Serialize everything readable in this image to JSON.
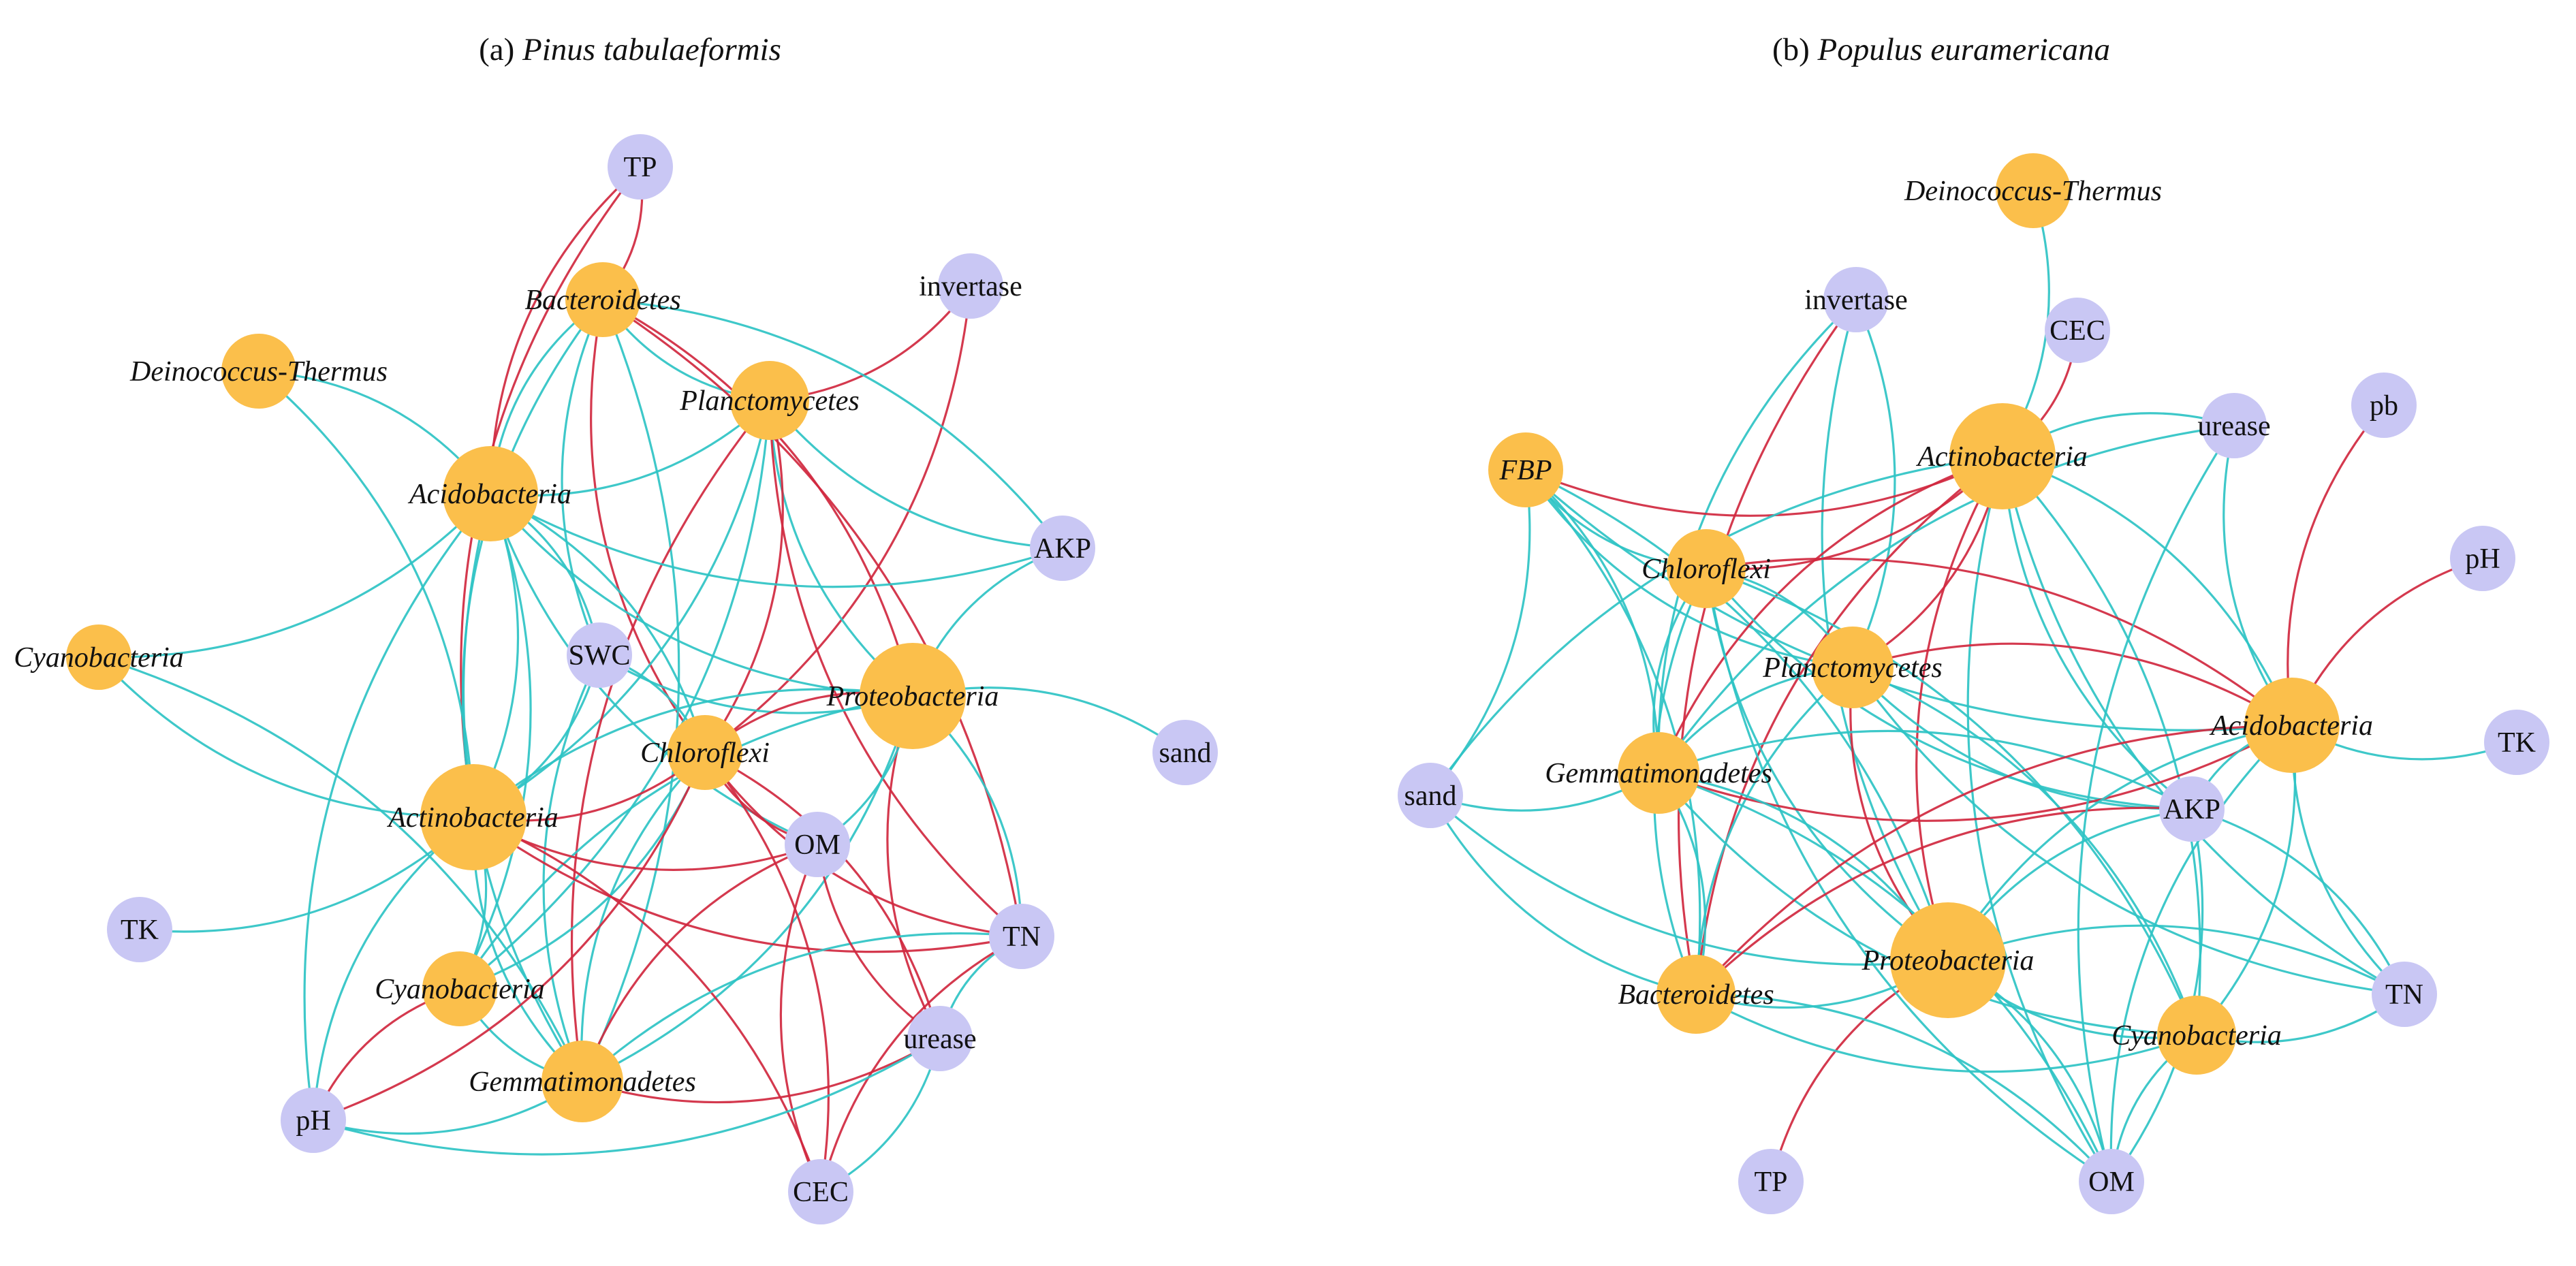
{
  "colors": {
    "taxon_node": "#FBBF4B",
    "env_node": "#C9C7F4",
    "positive_edge": "#2EC3C4",
    "negative_edge": "#D0283F",
    "background": "#FFFFFF"
  },
  "panels": [
    {
      "id": "a",
      "title_prefix": "(a) ",
      "title_species": "Pinus tabulaeformis",
      "nodes": [
        {
          "id": "TP",
          "label": "TP",
          "kind": "env"
        },
        {
          "id": "Bacteroidetes",
          "label": "Bacteroidetes",
          "kind": "taxon"
        },
        {
          "id": "invertase",
          "label": "invertase",
          "kind": "env"
        },
        {
          "id": "Deinococcus",
          "label": "Deinococcus-Thermus",
          "kind": "taxon"
        },
        {
          "id": "Planctomycetes",
          "label": "Planctomycetes",
          "kind": "taxon"
        },
        {
          "id": "Acidobacteria",
          "label": "Acidobacteria",
          "kind": "taxon"
        },
        {
          "id": "AKP",
          "label": "AKP",
          "kind": "env"
        },
        {
          "id": "Cyanobacteria1",
          "label": "Cyanobacteria",
          "kind": "taxon"
        },
        {
          "id": "SWC",
          "label": "SWC",
          "kind": "env"
        },
        {
          "id": "Proteobacteria",
          "label": "Proteobacteria",
          "kind": "taxon"
        },
        {
          "id": "Chloroflexi",
          "label": "Chloroflexi",
          "kind": "taxon"
        },
        {
          "id": "sand",
          "label": "sand",
          "kind": "env"
        },
        {
          "id": "Actinobacteria",
          "label": "Actinobacteria",
          "kind": "taxon"
        },
        {
          "id": "OM",
          "label": "OM",
          "kind": "env"
        },
        {
          "id": "TK",
          "label": "TK",
          "kind": "env"
        },
        {
          "id": "TN",
          "label": "TN",
          "kind": "env"
        },
        {
          "id": "Cyanobacteria2",
          "label": "Cyanobacteria",
          "kind": "taxon"
        },
        {
          "id": "urease",
          "label": "urease",
          "kind": "env"
        },
        {
          "id": "Gemmatimonadetes",
          "label": "Gemmatimonadetes",
          "kind": "taxon"
        },
        {
          "id": "pH",
          "label": "pH",
          "kind": "env"
        },
        {
          "id": "CEC",
          "label": "CEC",
          "kind": "env"
        }
      ],
      "edges": [
        [
          "TP",
          "Acidobacteria",
          "neg"
        ],
        [
          "TP",
          "Bacteroidetes",
          "neg"
        ],
        [
          "TP",
          "Actinobacteria",
          "neg"
        ],
        [
          "invertase",
          "Planctomycetes",
          "neg"
        ],
        [
          "invertase",
          "Chloroflexi",
          "neg"
        ],
        [
          "Deinococcus",
          "Acidobacteria",
          "pos"
        ],
        [
          "Deinococcus",
          "Actinobacteria",
          "pos"
        ],
        [
          "Cyanobacteria1",
          "Acidobacteria",
          "pos"
        ],
        [
          "Cyanobacteria1",
          "Actinobacteria",
          "pos"
        ],
        [
          "Cyanobacteria1",
          "Gemmatimonadetes",
          "pos"
        ],
        [
          "Bacteroidetes",
          "Acidobacteria",
          "pos"
        ],
        [
          "Bacteroidetes",
          "Planctomycetes",
          "pos"
        ],
        [
          "Bacteroidetes",
          "AKP",
          "pos"
        ],
        [
          "Bacteroidetes",
          "Proteobacteria",
          "neg"
        ],
        [
          "Bacteroidetes",
          "Chloroflexi",
          "neg"
        ],
        [
          "Bacteroidetes",
          "Actinobacteria",
          "pos"
        ],
        [
          "Bacteroidetes",
          "Gemmatimonadetes",
          "pos"
        ],
        [
          "Bacteroidetes",
          "SWC",
          "pos"
        ],
        [
          "Bacteroidetes",
          "TN",
          "neg"
        ],
        [
          "Planctomycetes",
          "Acidobacteria",
          "pos"
        ],
        [
          "Planctomycetes",
          "Proteobacteria",
          "pos"
        ],
        [
          "Planctomycetes",
          "Chloroflexi",
          "neg"
        ],
        [
          "Planctomycetes",
          "Actinobacteria",
          "pos"
        ],
        [
          "Planctomycetes",
          "Gemmatimonadetes",
          "neg"
        ],
        [
          "Planctomycetes",
          "TN",
          "neg"
        ],
        [
          "Planctomycetes",
          "AKP",
          "pos"
        ],
        [
          "Planctomycetes",
          "Cyanobacteria2",
          "pos"
        ],
        [
          "Acidobacteria",
          "AKP",
          "pos"
        ],
        [
          "Acidobacteria",
          "SWC",
          "pos"
        ],
        [
          "Acidobacteria",
          "Proteobacteria",
          "pos"
        ],
        [
          "Acidobacteria",
          "Chloroflexi",
          "pos"
        ],
        [
          "Acidobacteria",
          "Actinobacteria",
          "pos"
        ],
        [
          "Acidobacteria",
          "Cyanobacteria2",
          "pos"
        ],
        [
          "Acidobacteria",
          "Gemmatimonadetes",
          "pos"
        ],
        [
          "Acidobacteria",
          "pH",
          "pos"
        ],
        [
          "Acidobacteria",
          "OM",
          "pos"
        ],
        [
          "SWC",
          "Proteobacteria",
          "pos"
        ],
        [
          "SWC",
          "Chloroflexi",
          "pos"
        ],
        [
          "SWC",
          "Actinobacteria",
          "pos"
        ],
        [
          "SWC",
          "Gemmatimonadetes",
          "pos"
        ],
        [
          "Proteobacteria",
          "sand",
          "pos"
        ],
        [
          "Proteobacteria",
          "Chloroflexi",
          "neg"
        ],
        [
          "Proteobacteria",
          "Actinobacteria",
          "pos"
        ],
        [
          "Proteobacteria",
          "Gemmatimonadetes",
          "pos"
        ],
        [
          "Proteobacteria",
          "Cyanobacteria2",
          "pos"
        ],
        [
          "Proteobacteria",
          "TN",
          "pos"
        ],
        [
          "Proteobacteria",
          "urease",
          "neg"
        ],
        [
          "Proteobacteria",
          "AKP",
          "pos"
        ],
        [
          "Proteobacteria",
          "OM",
          "pos"
        ],
        [
          "Chloroflexi",
          "Actinobacteria",
          "neg"
        ],
        [
          "Chloroflexi",
          "Gemmatimonadetes",
          "pos"
        ],
        [
          "Chloroflexi",
          "TN",
          "neg"
        ],
        [
          "Chloroflexi",
          "urease",
          "neg"
        ],
        [
          "Chloroflexi",
          "OM",
          "neg"
        ],
        [
          "Chloroflexi",
          "Cyanobacteria2",
          "pos"
        ],
        [
          "Chloroflexi",
          "CEC",
          "neg"
        ],
        [
          "Actinobacteria",
          "TK",
          "pos"
        ],
        [
          "Actinobacteria",
          "OM",
          "neg"
        ],
        [
          "Actinobacteria",
          "Gemmatimonadetes",
          "pos"
        ],
        [
          "Actinobacteria",
          "Cyanobacteria2",
          "pos"
        ],
        [
          "Actinobacteria",
          "pH",
          "pos"
        ],
        [
          "Actinobacteria",
          "TN",
          "neg"
        ],
        [
          "Actinobacteria",
          "CEC",
          "neg"
        ],
        [
          "Gemmatimonadetes",
          "pH",
          "pos"
        ],
        [
          "Gemmatimonadetes",
          "urease",
          "neg"
        ],
        [
          "Gemmatimonadetes",
          "TN",
          "pos"
        ],
        [
          "Gemmatimonadetes",
          "OM",
          "neg"
        ],
        [
          "Cyanobacteria2",
          "pH",
          "neg"
        ],
        [
          "Cyanobacteria2",
          "Gemmatimonadetes",
          "pos"
        ],
        [
          "OM",
          "CEC",
          "neg"
        ],
        [
          "OM",
          "urease",
          "neg"
        ],
        [
          "urease",
          "CEC",
          "pos"
        ],
        [
          "TN",
          "urease",
          "pos"
        ],
        [
          "TN",
          "CEC",
          "neg"
        ],
        [
          "pH",
          "urease",
          "pos"
        ],
        [
          "pH",
          "Chloroflexi",
          "neg"
        ]
      ]
    },
    {
      "id": "b",
      "title_prefix": "(b) ",
      "title_species": "Populus euramericana",
      "nodes": [
        {
          "id": "Deinococcus",
          "label": "Deinococcus-Thermus",
          "kind": "taxon"
        },
        {
          "id": "invertase",
          "label": "invertase",
          "kind": "env"
        },
        {
          "id": "CEC",
          "label": "CEC",
          "kind": "env"
        },
        {
          "id": "Actinobacteria",
          "label": "Actinobacteria",
          "kind": "taxon"
        },
        {
          "id": "urease",
          "label": "urease",
          "kind": "env"
        },
        {
          "id": "pb",
          "label": "pb",
          "kind": "env"
        },
        {
          "id": "FBP",
          "label": "FBP",
          "kind": "taxon"
        },
        {
          "id": "Chloroflexi",
          "label": "Chloroflexi",
          "kind": "taxon"
        },
        {
          "id": "pH",
          "label": "pH",
          "kind": "env"
        },
        {
          "id": "Planctomycetes",
          "label": "Planctomycetes",
          "kind": "taxon"
        },
        {
          "id": "Acidobacteria",
          "label": "Acidobacteria",
          "kind": "taxon"
        },
        {
          "id": "TK",
          "label": "TK",
          "kind": "env"
        },
        {
          "id": "Gemmatimonadetes",
          "label": "Gemmatimonadetes",
          "kind": "taxon"
        },
        {
          "id": "sand",
          "label": "sand",
          "kind": "env"
        },
        {
          "id": "AKP",
          "label": "AKP",
          "kind": "env"
        },
        {
          "id": "Proteobacteria",
          "label": "Proteobacteria",
          "kind": "taxon"
        },
        {
          "id": "Bacteroidetes",
          "label": "Bacteroidetes",
          "kind": "taxon"
        },
        {
          "id": "TN",
          "label": "TN",
          "kind": "env"
        },
        {
          "id": "Cyanobacteria",
          "label": "Cyanobacteria",
          "kind": "taxon"
        },
        {
          "id": "TP",
          "label": "TP",
          "kind": "env"
        },
        {
          "id": "OM",
          "label": "OM",
          "kind": "env"
        }
      ],
      "edges": [
        [
          "Deinococcus",
          "Actinobacteria",
          "pos"
        ],
        [
          "invertase",
          "Bacteroidetes",
          "neg"
        ],
        [
          "invertase",
          "Proteobacteria",
          "pos"
        ],
        [
          "invertase",
          "Planctomycetes",
          "pos"
        ],
        [
          "invertase",
          "Gemmatimonadetes",
          "pos"
        ],
        [
          "CEC",
          "Actinobacteria",
          "neg"
        ],
        [
          "pb",
          "Acidobacteria",
          "neg"
        ],
        [
          "pH",
          "Acidobacteria",
          "neg"
        ],
        [
          "TK",
          "Acidobacteria",
          "pos"
        ],
        [
          "TP",
          "Proteobacteria",
          "neg"
        ],
        [
          "FBP",
          "Actinobacteria",
          "neg"
        ],
        [
          "FBP",
          "Chloroflexi",
          "pos"
        ],
        [
          "FBP",
          "Planctomycetes",
          "pos"
        ],
        [
          "FBP",
          "Gemmatimonadetes",
          "pos"
        ],
        [
          "FBP",
          "Proteobacteria",
          "pos"
        ],
        [
          "FBP",
          "Acidobacteria",
          "pos"
        ],
        [
          "FBP",
          "sand",
          "pos"
        ],
        [
          "FBP",
          "Bacteroidetes",
          "pos"
        ],
        [
          "Actinobacteria",
          "urease",
          "pos"
        ],
        [
          "Actinobacteria",
          "Chloroflexi",
          "neg"
        ],
        [
          "Actinobacteria",
          "Planctomycetes",
          "neg"
        ],
        [
          "Actinobacteria",
          "Gemmatimonadetes",
          "neg"
        ],
        [
          "Actinobacteria",
          "Proteobacteria",
          "neg"
        ],
        [
          "Actinobacteria",
          "Bacteroidetes",
          "neg"
        ],
        [
          "Actinobacteria",
          "Acidobacteria",
          "pos"
        ],
        [
          "Actinobacteria",
          "AKP",
          "pos"
        ],
        [
          "Actinobacteria",
          "Cyanobacteria",
          "pos"
        ],
        [
          "Actinobacteria",
          "TN",
          "pos"
        ],
        [
          "Actinobacteria",
          "OM",
          "pos"
        ],
        [
          "Actinobacteria",
          "sand",
          "pos"
        ],
        [
          "Chloroflexi",
          "Planctomycetes",
          "pos"
        ],
        [
          "Chloroflexi",
          "Gemmatimonadetes",
          "pos"
        ],
        [
          "Chloroflexi",
          "Acidobacteria",
          "neg"
        ],
        [
          "Chloroflexi",
          "Proteobacteria",
          "pos"
        ],
        [
          "Chloroflexi",
          "Bacteroidetes",
          "pos"
        ],
        [
          "Chloroflexi",
          "Cyanobacteria",
          "pos"
        ],
        [
          "Chloroflexi",
          "AKP",
          "pos"
        ],
        [
          "Chloroflexi",
          "OM",
          "pos"
        ],
        [
          "Planctomycetes",
          "Gemmatimonadetes",
          "pos"
        ],
        [
          "Planctomycetes",
          "Acidobacteria",
          "neg"
        ],
        [
          "Planctomycetes",
          "Proteobacteria",
          "neg"
        ],
        [
          "Planctomycetes",
          "Bacteroidetes",
          "pos"
        ],
        [
          "Planctomycetes",
          "AKP",
          "pos"
        ],
        [
          "Planctomycetes",
          "TN",
          "pos"
        ],
        [
          "Planctomycetes",
          "Cyanobacteria",
          "pos"
        ],
        [
          "Gemmatimonadetes",
          "Acidobacteria",
          "neg"
        ],
        [
          "Gemmatimonadetes",
          "Proteobacteria",
          "pos"
        ],
        [
          "Gemmatimonadetes",
          "Bacteroidetes",
          "pos"
        ],
        [
          "Gemmatimonadetes",
          "sand",
          "pos"
        ],
        [
          "Gemmatimonadetes",
          "AKP",
          "pos"
        ],
        [
          "Gemmatimonadetes",
          "Cyanobacteria",
          "pos"
        ],
        [
          "Gemmatimonadetes",
          "OM",
          "pos"
        ],
        [
          "Acidobacteria",
          "Proteobacteria",
          "pos"
        ],
        [
          "Acidobacteria",
          "Bacteroidetes",
          "neg"
        ],
        [
          "Acidobacteria",
          "AKP",
          "pos"
        ],
        [
          "Acidobacteria",
          "TN",
          "pos"
        ],
        [
          "Acidobacteria",
          "Cyanobacteria",
          "pos"
        ],
        [
          "Acidobacteria",
          "OM",
          "pos"
        ],
        [
          "Acidobacteria",
          "urease",
          "pos"
        ],
        [
          "Proteobacteria",
          "Bacteroidetes",
          "pos"
        ],
        [
          "Proteobacteria",
          "AKP",
          "pos"
        ],
        [
          "Proteobacteria",
          "TN",
          "pos"
        ],
        [
          "Proteobacteria",
          "Cyanobacteria",
          "pos"
        ],
        [
          "Proteobacteria",
          "OM",
          "pos"
        ],
        [
          "Proteobacteria",
          "sand",
          "pos"
        ],
        [
          "Bacteroidetes",
          "sand",
          "pos"
        ],
        [
          "Bacteroidetes",
          "Cyanobacteria",
          "pos"
        ],
        [
          "Bacteroidetes",
          "OM",
          "pos"
        ],
        [
          "Bacteroidetes",
          "AKP",
          "neg"
        ],
        [
          "AKP",
          "OM",
          "pos"
        ],
        [
          "AKP",
          "TN",
          "pos"
        ],
        [
          "Cyanobacteria",
          "TN",
          "pos"
        ],
        [
          "Cyanobacteria",
          "OM",
          "pos"
        ],
        [
          "urease",
          "OM",
          "pos"
        ],
        [
          "urease",
          "Gemmatimonadetes",
          "pos"
        ]
      ]
    }
  ]
}
